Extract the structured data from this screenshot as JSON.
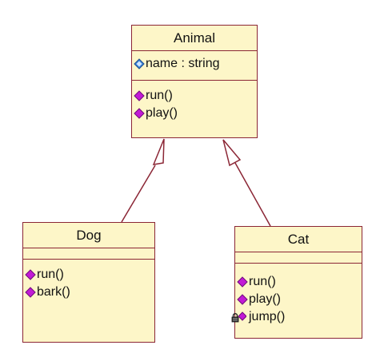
{
  "colors": {
    "box_fill": "#fdf6c8",
    "box_border": "#8b2635",
    "operation_icon": "#c21bd6",
    "attribute_icon": "#3a83d8",
    "connector": "#8b2635"
  },
  "classes": {
    "animal": {
      "name": "Animal",
      "attributes": [
        {
          "icon": "attribute-diamond-icon",
          "text": "name : string"
        }
      ],
      "operations": [
        {
          "icon": "operation-diamond-icon",
          "text": "run()"
        },
        {
          "icon": "operation-diamond-icon",
          "text": "play()"
        }
      ]
    },
    "dog": {
      "name": "Dog",
      "attributes": [],
      "operations": [
        {
          "icon": "operation-diamond-icon",
          "text": "run()"
        },
        {
          "icon": "operation-diamond-icon",
          "text": "bark()"
        }
      ]
    },
    "cat": {
      "name": "Cat",
      "attributes": [],
      "operations": [
        {
          "icon": "operation-diamond-icon",
          "text": "run()"
        },
        {
          "icon": "operation-diamond-icon",
          "text": "play()"
        },
        {
          "icon": "private-operation-lock-icon",
          "text": "jump()"
        }
      ]
    }
  },
  "relationships": [
    {
      "type": "generalization",
      "from": "Dog",
      "to": "Animal"
    },
    {
      "type": "generalization",
      "from": "Cat",
      "to": "Animal"
    }
  ]
}
